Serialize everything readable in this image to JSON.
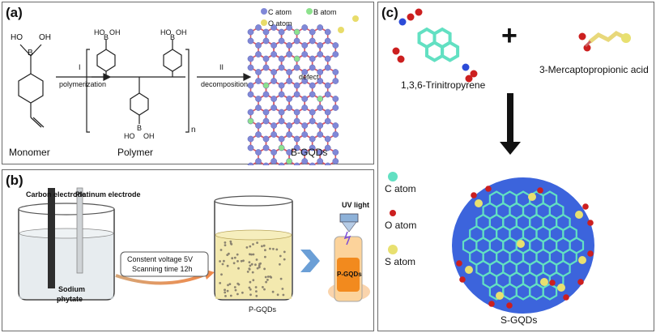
{
  "panel_a": {
    "tag": "(a)",
    "monomer": "Monomer",
    "polymer": "Polymer",
    "product": "B-GQDs",
    "step1_num": "I",
    "step1": "polymerization",
    "step2_num": "II",
    "step2": "decomposition",
    "subscript_n": "n",
    "defect": "defect",
    "legend": {
      "c": "C atom",
      "b": "B atom",
      "o": "O atom"
    },
    "atoms": {
      "b": "B",
      "ho": "HO",
      "oh": "OH"
    },
    "colors": {
      "c": "#8088d8",
      "b": "#8de28d",
      "o": "#e8dc6a",
      "bond": "#d85a6a"
    }
  },
  "panel_b": {
    "tag": "(b)",
    "carbon_electrode": "Carbon electrode",
    "platinum_electrode": "Platinum electrode",
    "sodium": "Sodium",
    "phytate": "phytate",
    "condition1": "Constent voltage 5V",
    "condition2": "Scanning time 12h",
    "pgqds_beaker": "P-GQDs",
    "uv": "UV light",
    "pgqds_tube": "P-GQDs"
  },
  "panel_c": {
    "tag": "(c)",
    "reagent1": "1,3,6-Trinitropyrene",
    "reagent2": "3-Mercaptopropionic acid",
    "plus": "+",
    "legend": {
      "c": "C atom",
      "o": "O atom",
      "s": "S atom"
    },
    "product": "S-GQDs",
    "colors": {
      "c": "#62e0c2",
      "o": "#cc1f1f",
      "s": "#e8e070",
      "disk": "#3c64dc"
    }
  }
}
